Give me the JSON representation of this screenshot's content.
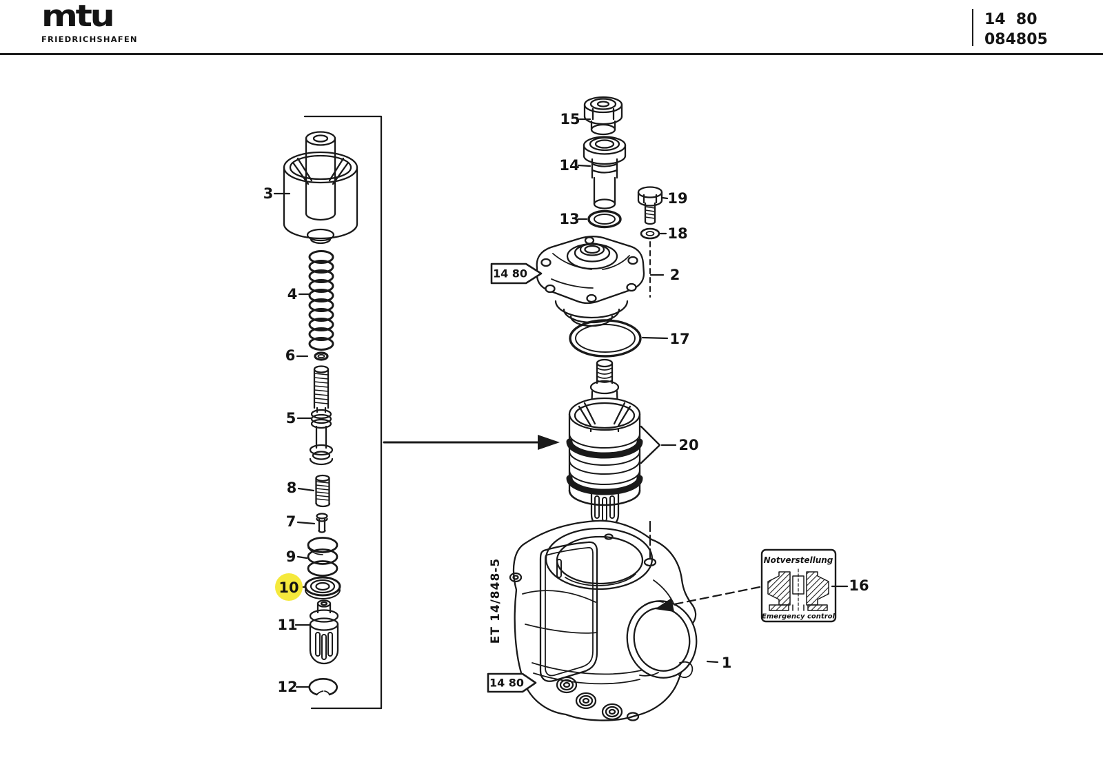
{
  "header": {
    "logo": "mtu",
    "logo_sub": "FRIEDRICHSHAFEN",
    "code_top": "14  80",
    "code_bottom": "084805"
  },
  "refs": {
    "box_top": "14 80",
    "box_bottom": "14 80",
    "side_note": "ET 14/848-5"
  },
  "inset": {
    "title_de": "Notverstellung",
    "title_en": "Emergency control"
  },
  "highlight": {
    "color": "#f5e93c",
    "highlighted_part": "10"
  },
  "callouts": {
    "1": "1",
    "2": "2",
    "3": "3",
    "4": "4",
    "5": "5",
    "6": "6",
    "7": "7",
    "8": "8",
    "9": "9",
    "10": "10",
    "11": "11",
    "12": "12",
    "13": "13",
    "14": "14",
    "15": "15",
    "16": "16",
    "17": "17",
    "18": "18",
    "19": "19",
    "20": "20"
  }
}
